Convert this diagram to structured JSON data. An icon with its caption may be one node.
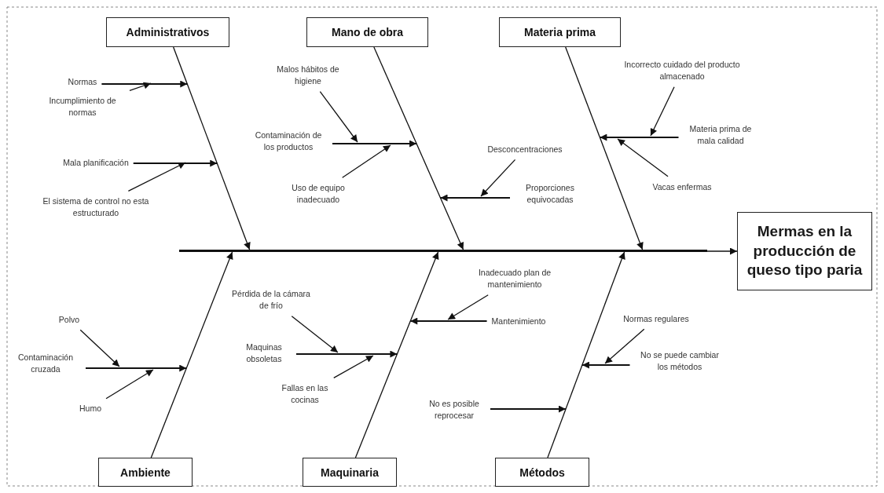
{
  "diagram": {
    "nodes": [
      {
        "text": [
          "Administrativos"
        ]
      },
      {
        "text": [
          "Mano de obra"
        ]
      },
      {
        "text": [
          "Materia prima"
        ]
      },
      {
        "text": [
          "Normas"
        ]
      },
      {
        "text": [
          "Incumplimiento de normas"
        ]
      },
      {
        "text": [
          "Mala planificación"
        ]
      },
      {
        "text": [
          "El sistema de control no esta estructurado"
        ]
      },
      {
        "text": [
          "Malos hábitos de higiene"
        ]
      },
      {
        "text": [
          "Contaminación de los productos"
        ]
      },
      {
        "text": [
          "Uso de equipo inadecuado"
        ]
      },
      {
        "text": [
          "Desconcentraciones"
        ]
      },
      {
        "text": [
          "Proporciones equivocadas"
        ]
      },
      {
        "text": [
          "Incorrecto cuidado del producto almacenado"
        ]
      },
      {
        "text": [
          "Materia prima de mala calidad"
        ]
      },
      {
        "text": [
          "Vacas enfermas"
        ]
      },
      {
        "text": [],
        "shape": "bar"
      },
      {
        "text": [
          "Mermas en la producción de queso tipo paria"
        ]
      },
      {
        "text": [
          "Polvo"
        ]
      },
      {
        "text": [
          "Contaminación cruzada"
        ]
      },
      {
        "text": [
          "Humo"
        ]
      },
      {
        "text": [
          "Pérdida de la cámara de frío"
        ]
      },
      {
        "text": [
          "Maquinas obsoletas"
        ]
      },
      {
        "text": [
          "Fallas en las cocinas"
        ]
      },
      {
        "text": [
          "Inadecuado plan de mantenimiento"
        ]
      },
      {
        "text": [
          "Mantenimiento"
        ]
      },
      {
        "text": [
          "Normas regulares"
        ]
      },
      {
        "text": [
          "No se puede cambiar los métodos"
        ]
      },
      {
        "text": [
          "No es posible reprocesar"
        ]
      },
      {
        "text": [
          "Ambiente"
        ]
      },
      {
        "text": [
          "Maquinaria"
        ]
      },
      {
        "text": [
          "Métodos"
        ]
      }
    ],
    "edges": [
      {
        "from": 0,
        "to": 15,
        "arrow": "to"
      },
      {
        "from": 1,
        "to": 15,
        "arrow": "to"
      },
      {
        "from": 2,
        "to": 15,
        "arrow": "to"
      },
      {
        "from": 28,
        "to": 15,
        "arrow": "to"
      },
      {
        "from": 29,
        "to": 15,
        "arrow": "to"
      },
      {
        "from": 30,
        "to": 15,
        "arrow": "to"
      },
      {
        "from": 15,
        "to": 16,
        "arrow": "to"
      },
      {
        "from": 3,
        "to": null,
        "arrow": "to"
      },
      {
        "from": 4,
        "to": null,
        "arrow": "to"
      },
      {
        "from": 5,
        "to": null,
        "arrow": "to"
      },
      {
        "from": 6,
        "to": null,
        "arrow": "to"
      },
      {
        "from": 8,
        "to": null,
        "arrow": "to"
      },
      {
        "from": 7,
        "to": null,
        "arrow": "to"
      },
      {
        "from": 9,
        "to": null,
        "arrow": "to"
      },
      {
        "from": 11,
        "to": null,
        "arrow": "to"
      },
      {
        "from": 10,
        "to": null,
        "arrow": "to"
      },
      {
        "from": 13,
        "to": null,
        "arrow": "to"
      },
      {
        "from": 12,
        "to": null,
        "arrow": "to"
      },
      {
        "from": 14,
        "to": null,
        "arrow": "to"
      },
      {
        "from": 18,
        "to": null,
        "arrow": "to"
      },
      {
        "from": 17,
        "to": null,
        "arrow": "to"
      },
      {
        "from": 19,
        "to": null,
        "arrow": "to"
      },
      {
        "from": 21,
        "to": null,
        "arrow": "to"
      },
      {
        "from": 20,
        "to": null,
        "arrow": "to"
      },
      {
        "from": 22,
        "to": null,
        "arrow": "to"
      },
      {
        "from": 24,
        "to": null,
        "arrow": "to"
      },
      {
        "from": 23,
        "to": null,
        "arrow": "to"
      },
      {
        "from": 26,
        "to": null,
        "arrow": "to"
      },
      {
        "from": 25,
        "to": null,
        "arrow": "to"
      },
      {
        "from": 27,
        "to": null,
        "arrow": "to"
      }
    ]
  }
}
